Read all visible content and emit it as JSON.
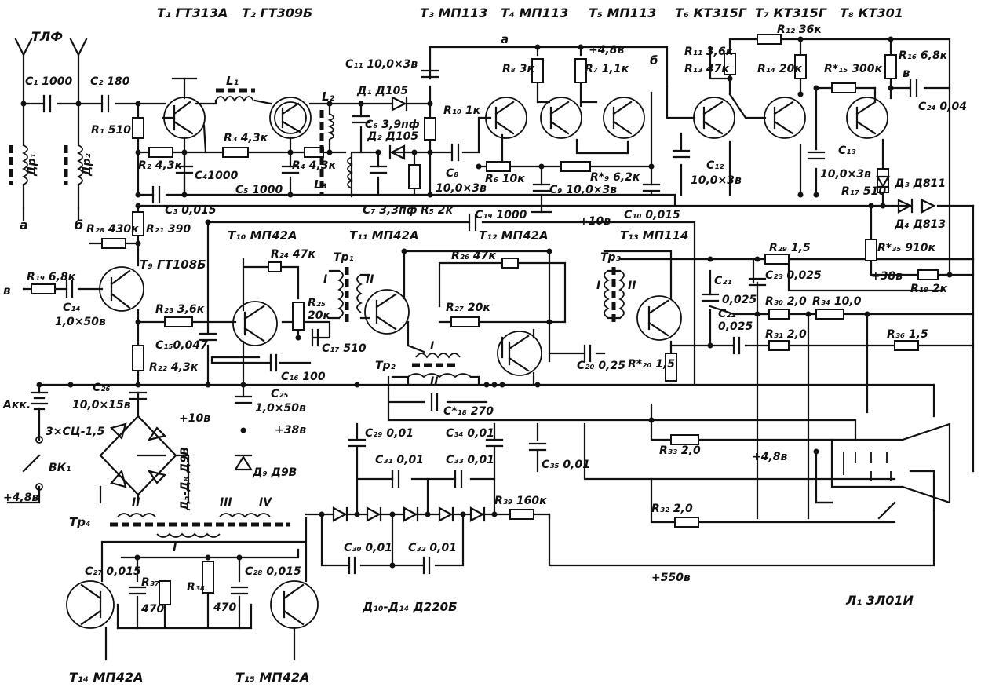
{
  "schematic": {
    "author_caption": "",
    "transistors": [
      {
        "id": "t1",
        "label": "T₁ ГТ313А"
      },
      {
        "id": "t2",
        "label": "T₂ ГТ309Б"
      },
      {
        "id": "t3a",
        "label": "T₃ МП113"
      },
      {
        "id": "t4",
        "label": "T₄ МП113"
      },
      {
        "id": "t5",
        "label": "T₅ МП113"
      },
      {
        "id": "t6",
        "label": "T₆ КТ315Г"
      },
      {
        "id": "t7",
        "label": "T₇ КТ315Г"
      },
      {
        "id": "t8",
        "label": "T₈ КТ301"
      },
      {
        "id": "t9",
        "label": "T₉ ГТ108Б"
      },
      {
        "id": "t10",
        "label": "T₁₀ МП42А"
      },
      {
        "id": "t11",
        "label": "T₁₁ МП42А"
      },
      {
        "id": "t12",
        "label": "T₁₂ МП42А"
      },
      {
        "id": "t13",
        "label": "T₁₃ МП114"
      },
      {
        "id": "t14",
        "label": "T₁₄ МП42А"
      },
      {
        "id": "t15",
        "label": "T₁₅ МП42А"
      }
    ],
    "labels": {
      "tlf": "ТЛФ",
      "c1": "C₁ 1000",
      "c2": "C₂ 180",
      "r1": "R₁ 510",
      "dr1": "Дp₁",
      "dr2": "Дp₂",
      "term_a": "а",
      "term_b": "б",
      "term_v": "в",
      "term_a2": "а",
      "term_b2": "б",
      "term_v2": "в",
      "r2": "R₂ 4,3к",
      "r3": "R₃ 4,3к",
      "r4": "R₄ 4,3к",
      "c4": "C₄1000",
      "c5": "C₅ 1000",
      "c3": "C₃ 0,015",
      "l1": "L₁",
      "l2": "L₂",
      "l3": "L₃",
      "c11": "C₁₁ 10,0×3в",
      "d1": "Д₁ Д105",
      "d2": "Д₂ Д105",
      "c6": "C₆ 3,9пф",
      "c7": "C₇ 3,3пф",
      "r5": "R₅ 2к",
      "r10": "R₁₀ 1к",
      "c8": "C₈",
      "c8v": "10,0×3в",
      "r6": "R₆ 10к",
      "r8": "R₈ 3к",
      "r7": "R₇ 1,1к",
      "v48top": "+4,8в",
      "r9": "R*₉ 6,2к",
      "c9": "C₉ 10,0×3в",
      "c10": "C₁₀ 0,015",
      "r12": "R₁₂ 36к",
      "r11": "R₁₁ 3,6к",
      "r13": "R₁₃ 47к",
      "r14": "R₁₄ 20к",
      "r15": "R*₁₅ 300к",
      "r16": "R₁₆ 6,8к",
      "c24": "C₂₄ 0,04",
      "c12": "C₁₂",
      "c12v": "10,0×3в",
      "c13": "C₁₃",
      "c13v": "10,0×3в",
      "r17": "R₁₇ 510",
      "d3": "Д₃ Д811",
      "d4": "Д₄ Д813",
      "r28": "R₂₈ 430к",
      "r21": "R₂₁ 390",
      "c19": "C₁₉ 1000",
      "v10a": "+10в",
      "r24": "R₂₄ 47к",
      "r25": "R₂₅",
      "r25v": "20к",
      "tr1": "Tp₁",
      "tr3": "Tp₃",
      "w1": "I",
      "w2": "II",
      "r26": "R₂₆ 47к",
      "r27": "R₂₇ 20к",
      "r29": "R₂₉ 1,5",
      "c23": "C₂₃ 0,025",
      "c21": "C₂₁",
      "c21v": "0,025",
      "c22": "C₂₂",
      "c22v": "0,025",
      "r35": "R*₃₅ 910к",
      "v38a": "+38в",
      "r18": "R₁₈ 2к",
      "r30": "R₃₀ 2,0",
      "r34": "R₃₄ 10,0",
      "r31": "R₃₁ 2,0",
      "r36": "R₃₆ 1,5",
      "r19": "R₁₉ 6,8к",
      "out_v": "в",
      "c14": "C₁₄",
      "c14v": "1,0×50в",
      "r23": "R₂₃ 3,6к",
      "c15": "C₁₅0,047",
      "r22": "R₂₂ 4,3к",
      "c16": "C₁₆ 100",
      "c17": "C₁₇ 510",
      "tr2": "Tp₂",
      "c20": "C₂₀ 0,25",
      "r20": "R*₂₀ 1,5",
      "c18": "C*₁₈ 270",
      "akk": "Акк.",
      "batt": "3×СЦ-1,5",
      "c26": "C₂₆",
      "c26v": "10,0×15в",
      "c25": "C₂₅",
      "c25v": "1,0×50в",
      "v10b": "+10в",
      "v38b": "+38в",
      "d9": "Д₉ Д9В",
      "d5d8": "Д₅-Д₈ Д9В",
      "vk1": "ВК₁",
      "v48left": "+4,8в",
      "tr4": "Tp₄",
      "w4_2": "II",
      "w4_3": "III",
      "w4_4": "IV",
      "w4_1": "I",
      "c29": "C₂₉ 0,01",
      "c31": "C₃₁ 0,01",
      "c33": "C₃₃ 0,01",
      "c34": "C₃₄ 0,01",
      "c35": "C₃₅ 0,01",
      "r39": "R₃₉ 160к",
      "r33": "R₃₃ 2,0",
      "r32": "R₃₂ 2,0",
      "v48crt": "+4,8в",
      "c30": "C₃₀ 0,01",
      "c32": "C₃₂ 0,01",
      "v550": "+550в",
      "d10d14": "Д₁₀-Д₁₄ Д220Б",
      "l1crt": "Л₁ 3Л01И",
      "c27": "C₂₇ 0,015",
      "c28": "C₂₈ 0,015",
      "r37": "R₃₇",
      "r37v": "470",
      "r38": "R₃₈",
      "r38v": "470"
    }
  }
}
